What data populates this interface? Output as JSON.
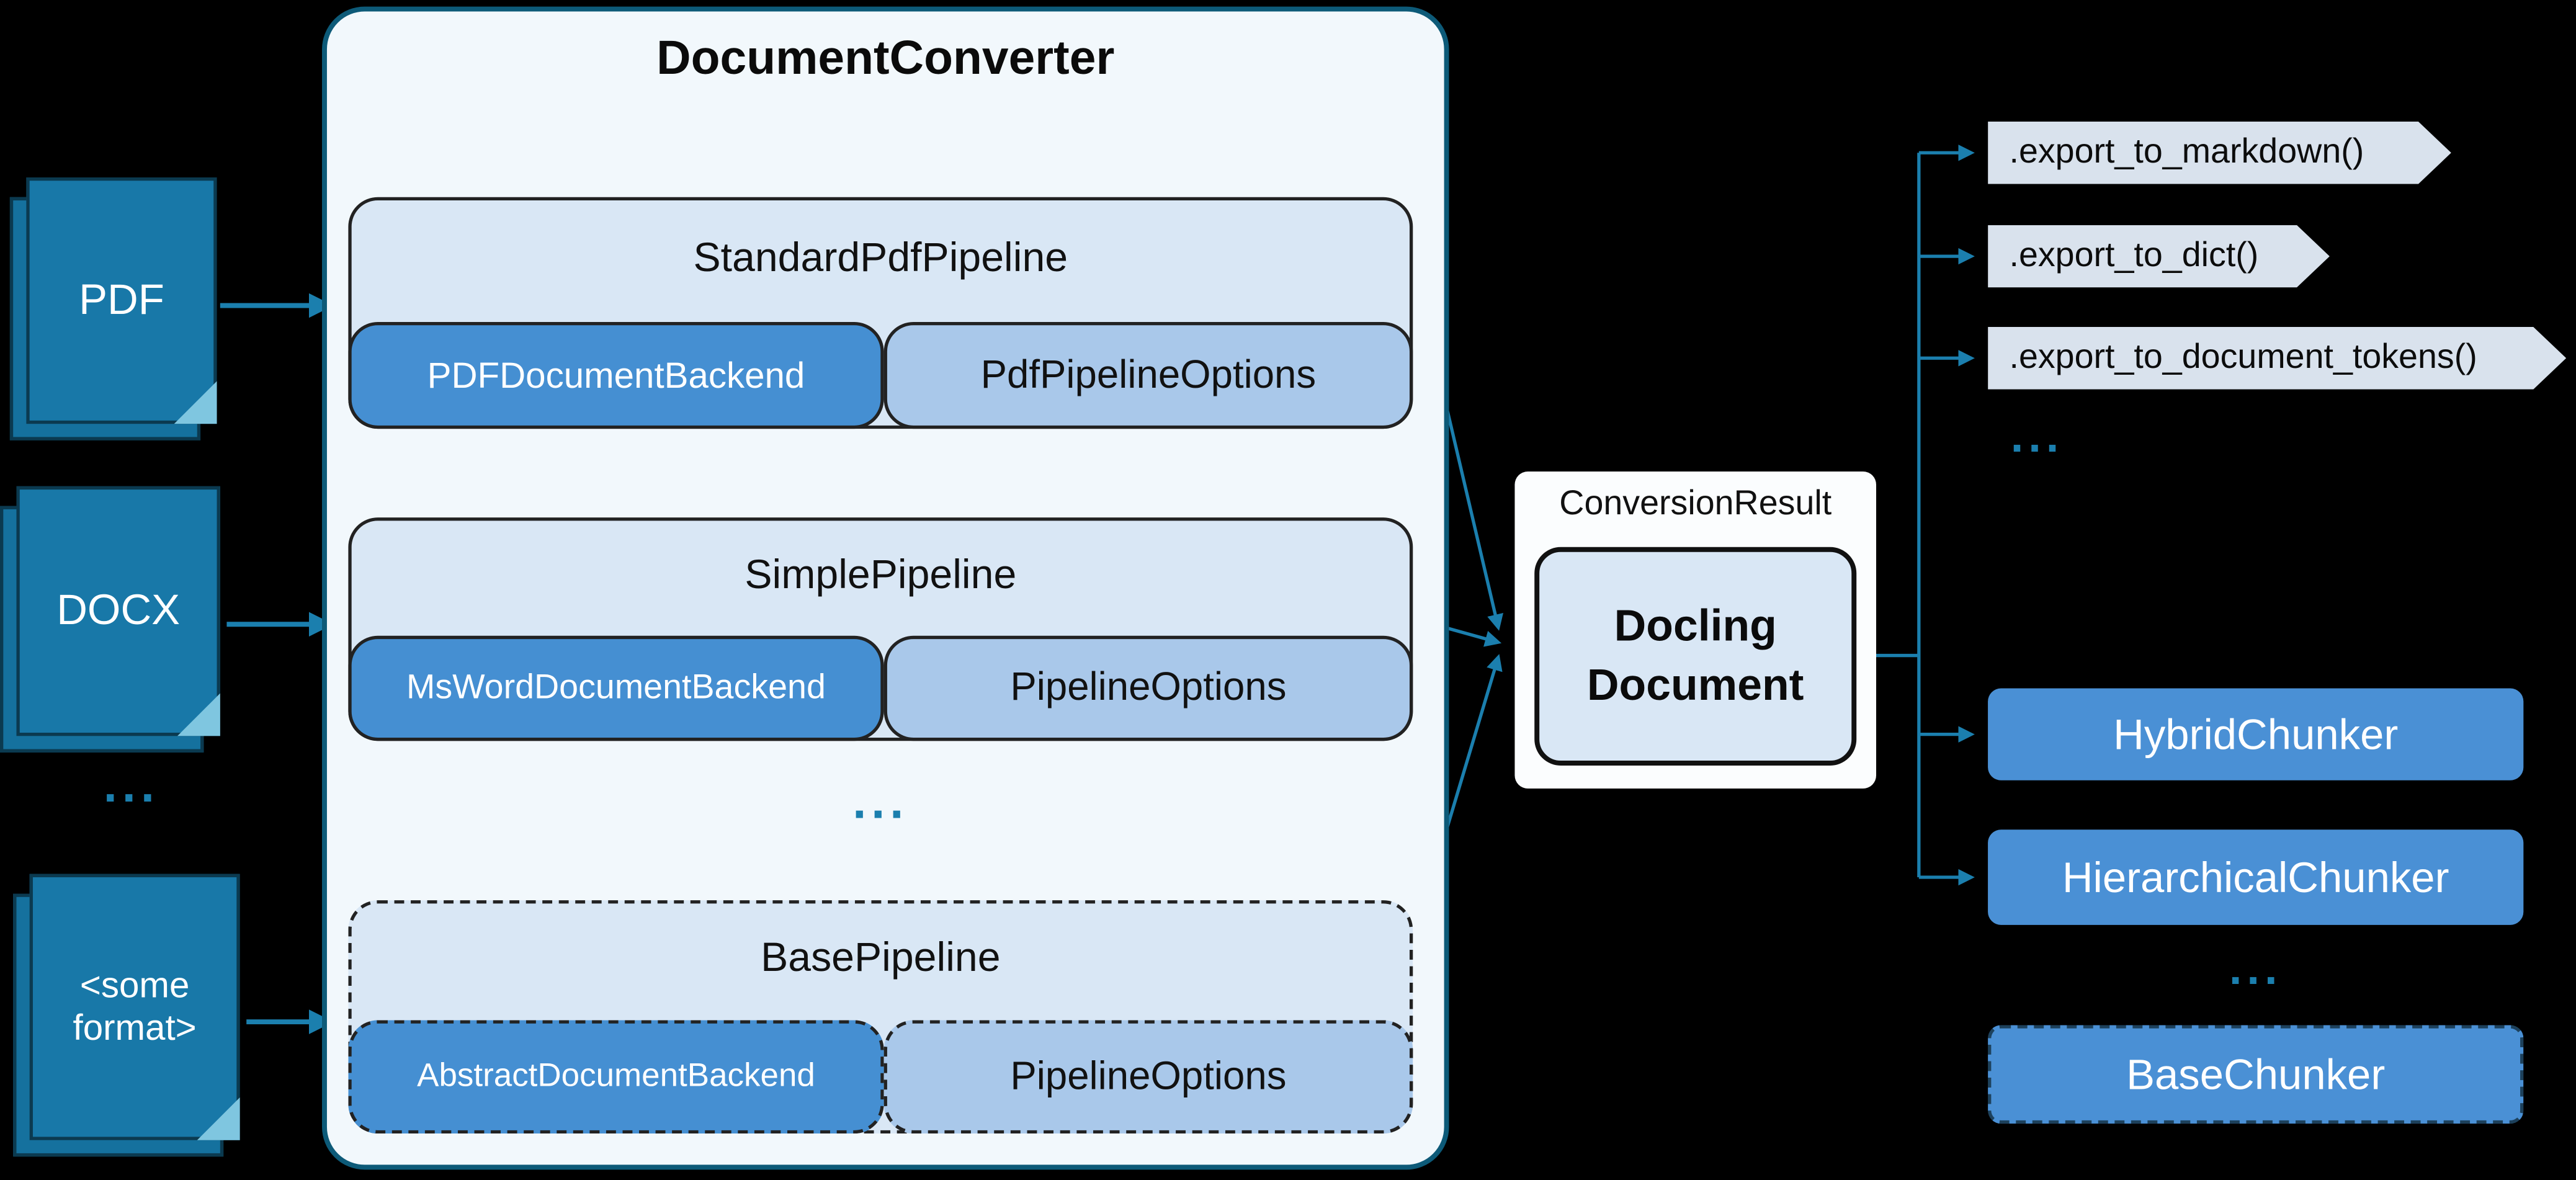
{
  "diagram": {
    "inputs": [
      {
        "label": "PDF"
      },
      {
        "label": "DOCX"
      },
      {
        "label": "<some format>"
      }
    ],
    "inputs_ellipsis": "...",
    "converter": {
      "title": "DocumentConverter",
      "pipelines": [
        {
          "name": "StandardPdfPipeline",
          "backend": "PDFDocumentBackend",
          "options": "PdfPipelineOptions"
        },
        {
          "name": "SimplePipeline",
          "backend": "MsWordDocumentBackend",
          "options": "PipelineOptions"
        },
        {
          "name": "BasePipeline",
          "backend": "AbstractDocumentBackend",
          "options": "PipelineOptions"
        }
      ],
      "ellipsis": "..."
    },
    "result": {
      "label": "ConversionResult",
      "document": "Docling Document"
    },
    "exports": [
      ".export_to_markdown()",
      ".export_to_dict()",
      ".export_to_document_tokens()"
    ],
    "exports_ellipsis": "...",
    "chunkers": [
      {
        "label": "HybridChunker"
      },
      {
        "label": "HierarchicalChunker"
      },
      {
        "label": "BaseChunker"
      }
    ],
    "chunkers_ellipsis": "...",
    "colors": {
      "accent_teal": "#1b7fae",
      "doc_fill": "#1878a8",
      "pipeline_fill": "#d9e7f5",
      "backend_fill": "#458fd2",
      "options_fill": "#a9c8ea",
      "tag_fill": "#d9e2ed",
      "chunker_fill": "#4a90d5",
      "converter_fill": "#f2f8fc",
      "converter_border": "#0d5a78",
      "background": "#000000"
    }
  }
}
